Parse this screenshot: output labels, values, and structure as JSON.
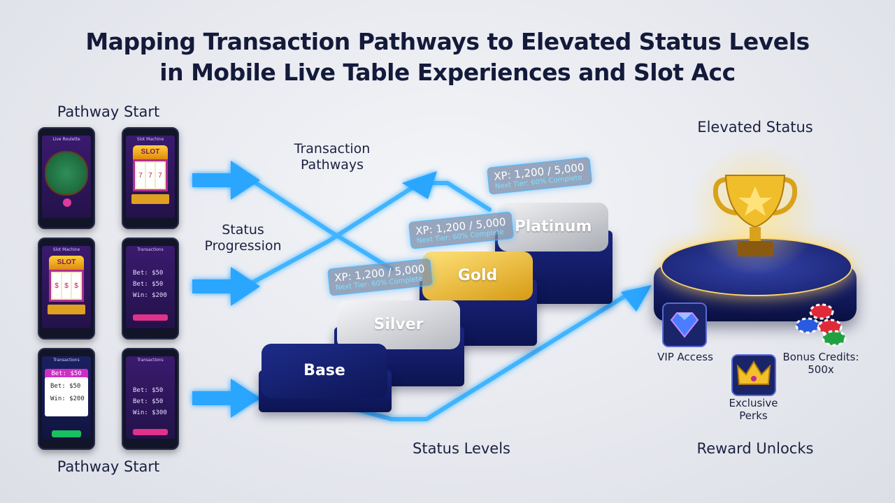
{
  "title_line1": "Mapping Transaction Pathways to Elevated Status Levels",
  "title_line2": "in Mobile Live Table Experiences and Slot Acc",
  "labels": {
    "pathway_start_top": "Pathway Start",
    "pathway_start_bottom": "Pathway Start",
    "transaction_pathways": "Transaction\nPathways",
    "status_progression": "Status\nProgression",
    "elevated_status": "Elevated Status",
    "status_levels": "Status Levels",
    "reward_unlocks": "Reward Unlocks"
  },
  "phones": [
    {
      "type": "table",
      "header": "Live Roulette"
    },
    {
      "type": "slot",
      "header": "Slot Machine",
      "banner": "SLOT"
    },
    {
      "type": "slot",
      "header": "Slot Machine",
      "banner": "SLOT"
    },
    {
      "type": "bet",
      "header": "Transactions",
      "lines": [
        "Bet: $50",
        "Bet: $50",
        "Win: $200"
      ]
    },
    {
      "type": "card",
      "header": "Transactions",
      "bar": "Bet: $50",
      "lines": [
        "Bet: $50",
        "Win: $200"
      ]
    },
    {
      "type": "bet",
      "header": "Transactions",
      "lines": [
        "Bet: $50",
        "Bet: $50",
        "Win: $300"
      ]
    }
  ],
  "tiers": [
    "Base",
    "Silver",
    "Gold",
    "Platinum"
  ],
  "xp_cards": [
    {
      "main": "XP: 1,200 / 5,000",
      "sub": "Next Tier: 60% Complete"
    },
    {
      "main": "XP: 1,200 / 5,000",
      "sub": "Next Tier: 60% Complete"
    },
    {
      "main": "XP: 1,200 / 5,000",
      "sub": "Next Tier: 60% Complete"
    }
  ],
  "rewards": {
    "vip": "VIP Access",
    "perks": "Exclusive\nPerks",
    "bonus": "Bonus Credits:\n500x"
  },
  "colors": {
    "glow": "#2aa8ff",
    "navy": "#141a3a",
    "gold": "#e8b21e",
    "silver": "#c8cbd2"
  }
}
